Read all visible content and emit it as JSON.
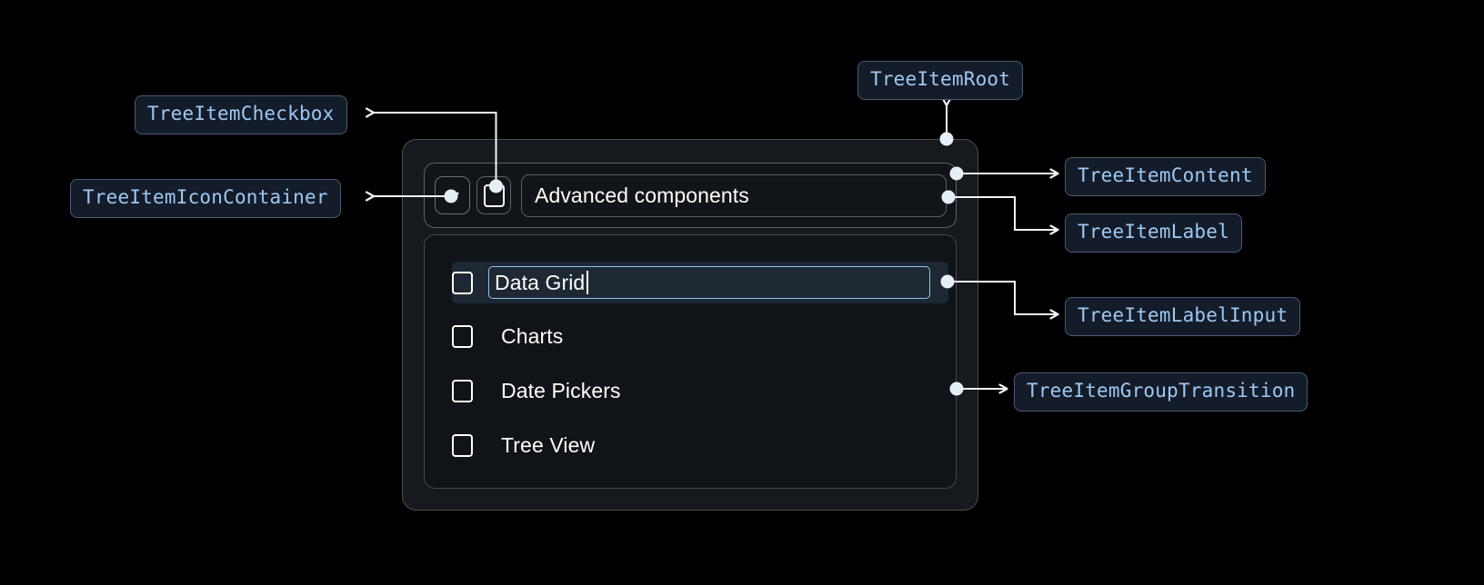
{
  "theme": {
    "background": "#000000",
    "badge_bg": "#141c29",
    "badge_border": "#4a5a72",
    "badge_text": "#9cc9f4",
    "card_bg": "#16191d",
    "group_bg": "#101317",
    "selected_row_bg": "#1e2833",
    "input_border": "#90c3ef",
    "text": "#ffffff",
    "connector": "#f0f4fa"
  },
  "annotations": {
    "tree_item_checkbox": "TreeItemCheckbox",
    "tree_item_icon_container": "TreeItemIconContainer",
    "tree_item_root": "TreeItemRoot",
    "tree_item_content": "TreeItemContent",
    "tree_item_label": "TreeItemLabel",
    "tree_item_label_input": "TreeItemLabelInput",
    "tree_item_group_transition": "TreeItemGroupTransition"
  },
  "tree": {
    "header": {
      "expand_icon": "chevron-down-icon",
      "checkbox_checked": false,
      "label": "Advanced components"
    },
    "children": [
      {
        "label": "Data Grid",
        "checkbox_checked": false,
        "editing": true,
        "selected": true
      },
      {
        "label": "Charts",
        "checkbox_checked": false,
        "editing": false,
        "selected": false
      },
      {
        "label": "Date Pickers",
        "checkbox_checked": false,
        "editing": false,
        "selected": false
      },
      {
        "label": "Tree View",
        "checkbox_checked": false,
        "editing": false,
        "selected": false
      }
    ]
  }
}
